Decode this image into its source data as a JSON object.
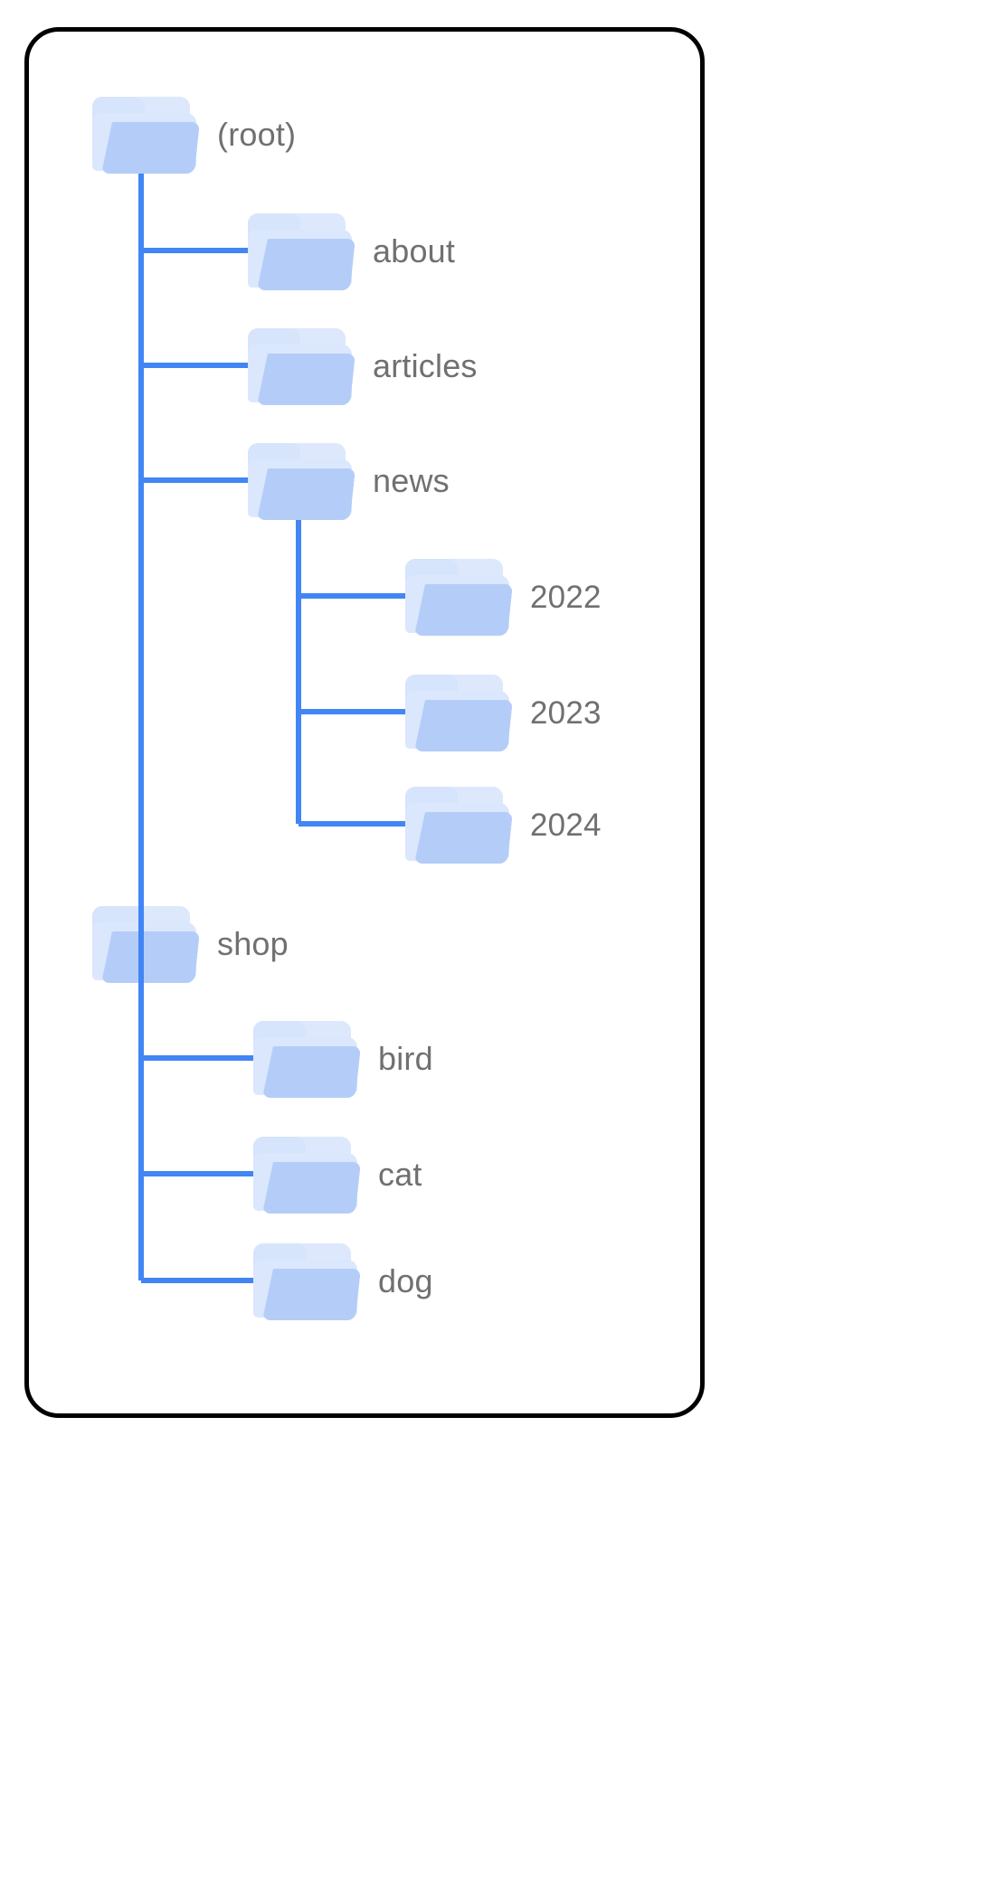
{
  "card": {
    "border_color": "#000000",
    "background": "#ffffff"
  },
  "theme": {
    "connector_color": "#4285f4",
    "folder_front": "#b4cdf8",
    "folder_back": "#dbe7fd",
    "folder_tab": "#d6e4fc",
    "label_color": "#707070"
  },
  "tree": {
    "root": {
      "label": "(root)",
      "icon": "folder-icon",
      "children": [
        {
          "label": "about",
          "icon": "folder-icon",
          "children": []
        },
        {
          "label": "articles",
          "icon": "folder-icon",
          "children": []
        },
        {
          "label": "news",
          "icon": "folder-icon",
          "children": [
            {
              "label": "2022",
              "icon": "folder-icon",
              "children": []
            },
            {
              "label": "2023",
              "icon": "folder-icon",
              "children": []
            },
            {
              "label": "2024",
              "icon": "folder-icon",
              "children": []
            }
          ]
        },
        {
          "label": "shop",
          "icon": "folder-icon",
          "children": [
            {
              "label": "bird",
              "icon": "folder-icon",
              "children": []
            },
            {
              "label": "cat",
              "icon": "folder-icon",
              "children": []
            },
            {
              "label": "dog",
              "icon": "folder-icon",
              "children": []
            }
          ]
        }
      ]
    }
  },
  "nodes": {
    "root": {
      "label": "(root)"
    },
    "about": {
      "label": "about"
    },
    "articles": {
      "label": "articles"
    },
    "news": {
      "label": "news"
    },
    "y2022": {
      "label": "2022"
    },
    "y2023": {
      "label": "2023"
    },
    "y2024": {
      "label": "2024"
    },
    "shop": {
      "label": "shop"
    },
    "bird": {
      "label": "bird"
    },
    "cat": {
      "label": "cat"
    },
    "dog": {
      "label": "dog"
    }
  }
}
